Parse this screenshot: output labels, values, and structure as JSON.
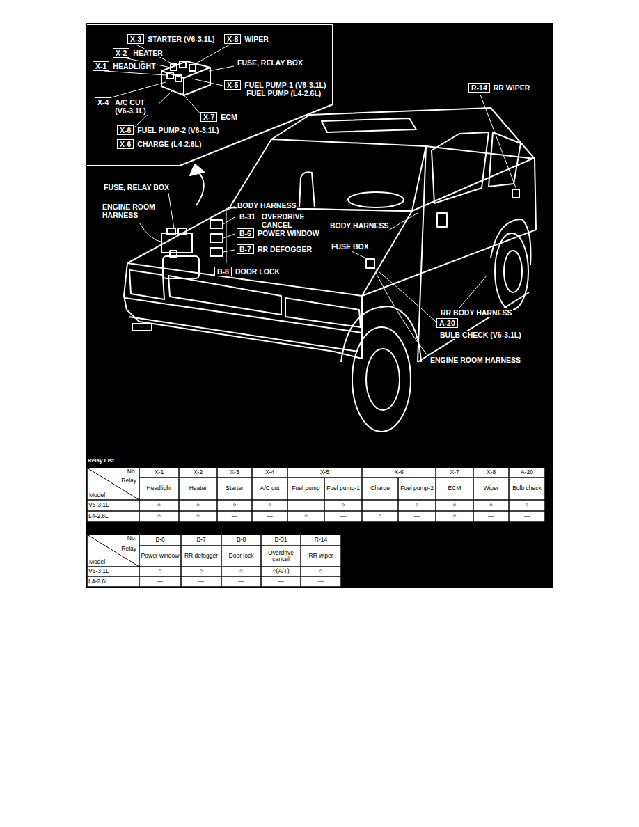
{
  "diagram": {
    "nodes": [
      {
        "text": [
          "X-3",
          "STARTER (V6-3.1L)"
        ]
      },
      {
        "text": [
          "X-8",
          "WIPER"
        ]
      },
      {
        "text": [
          "X-2",
          "HEATER"
        ]
      },
      {
        "text": [
          "X-1",
          "HEADLIGHT"
        ]
      },
      {
        "text": [
          "X-5",
          "FUEL PUMP-1 (V6-3.1L)",
          "FUEL PUMP (L4-2.6L)"
        ]
      },
      {
        "text": [
          "X-4",
          "A/C CUT (V6-3.1L)"
        ]
      },
      {
        "text": [
          "X-7",
          "ECM"
        ]
      },
      {
        "text": [
          "X-6",
          "FUEL PUMP-2 (V6-3.1L)"
        ]
      },
      {
        "text": [
          "X-6",
          "CHARGE (L4-2.6L)"
        ]
      },
      {
        "text": [
          "R-14",
          "RR WIPER"
        ]
      },
      {
        "text": [
          "B-31",
          "OVERDRIVE CANCEL"
        ]
      },
      {
        "text": [
          "B-6",
          "POWER WINDOW"
        ]
      },
      {
        "text": [
          "B-7",
          "RR DEFOGGER"
        ]
      },
      {
        "text": [
          "B-8",
          "DOOR LOCK"
        ]
      },
      {
        "text": [
          "A-20",
          "BULB CHECK (V6-3.1L)"
        ]
      }
    ],
    "labels": [
      "FUSE, RELAY BOX",
      "FUSE, RELAY BOX",
      "ENGINE ROOM HARNESS",
      "BODY HARNESS",
      "BODY HARNESS",
      "FUSE BOX",
      "RR BODY HARNESS",
      "ENGINE ROOM HARNESS",
      "Relay List",
      "No.",
      "Relay",
      "Model",
      "X-1",
      "X-2",
      "X-3",
      "X-4",
      "X-5",
      "X-6",
      "X-7",
      "X-8",
      "A-20",
      "Headlight",
      "Heater",
      "Starter",
      "A/C cut",
      "Fuel pump",
      "Fuel pump-1",
      "Charge",
      "Fuel pump-2",
      "ECM",
      "Wiper",
      "Bulb check",
      "V6-3.1L",
      "○",
      "○",
      "○",
      "○",
      "—",
      "○",
      "—",
      "○",
      "○",
      "○",
      "○",
      "L4-2.6L",
      "○",
      "○",
      "—",
      "—",
      "○",
      "—",
      "○",
      "—",
      "○",
      "—",
      "—",
      "No.",
      "Relay",
      "Model",
      "B-6",
      "B-7",
      "B-8",
      "B-31",
      "R-14",
      "Power window",
      "RR defogger",
      "Door lock",
      "Overdrive cancel",
      "RR wiper",
      "V6-3.1L",
      "○",
      "○",
      "○",
      "○(A/T)",
      "○",
      "L4-2.6L",
      "—",
      "—",
      "—",
      "—",
      "—"
    ]
  }
}
